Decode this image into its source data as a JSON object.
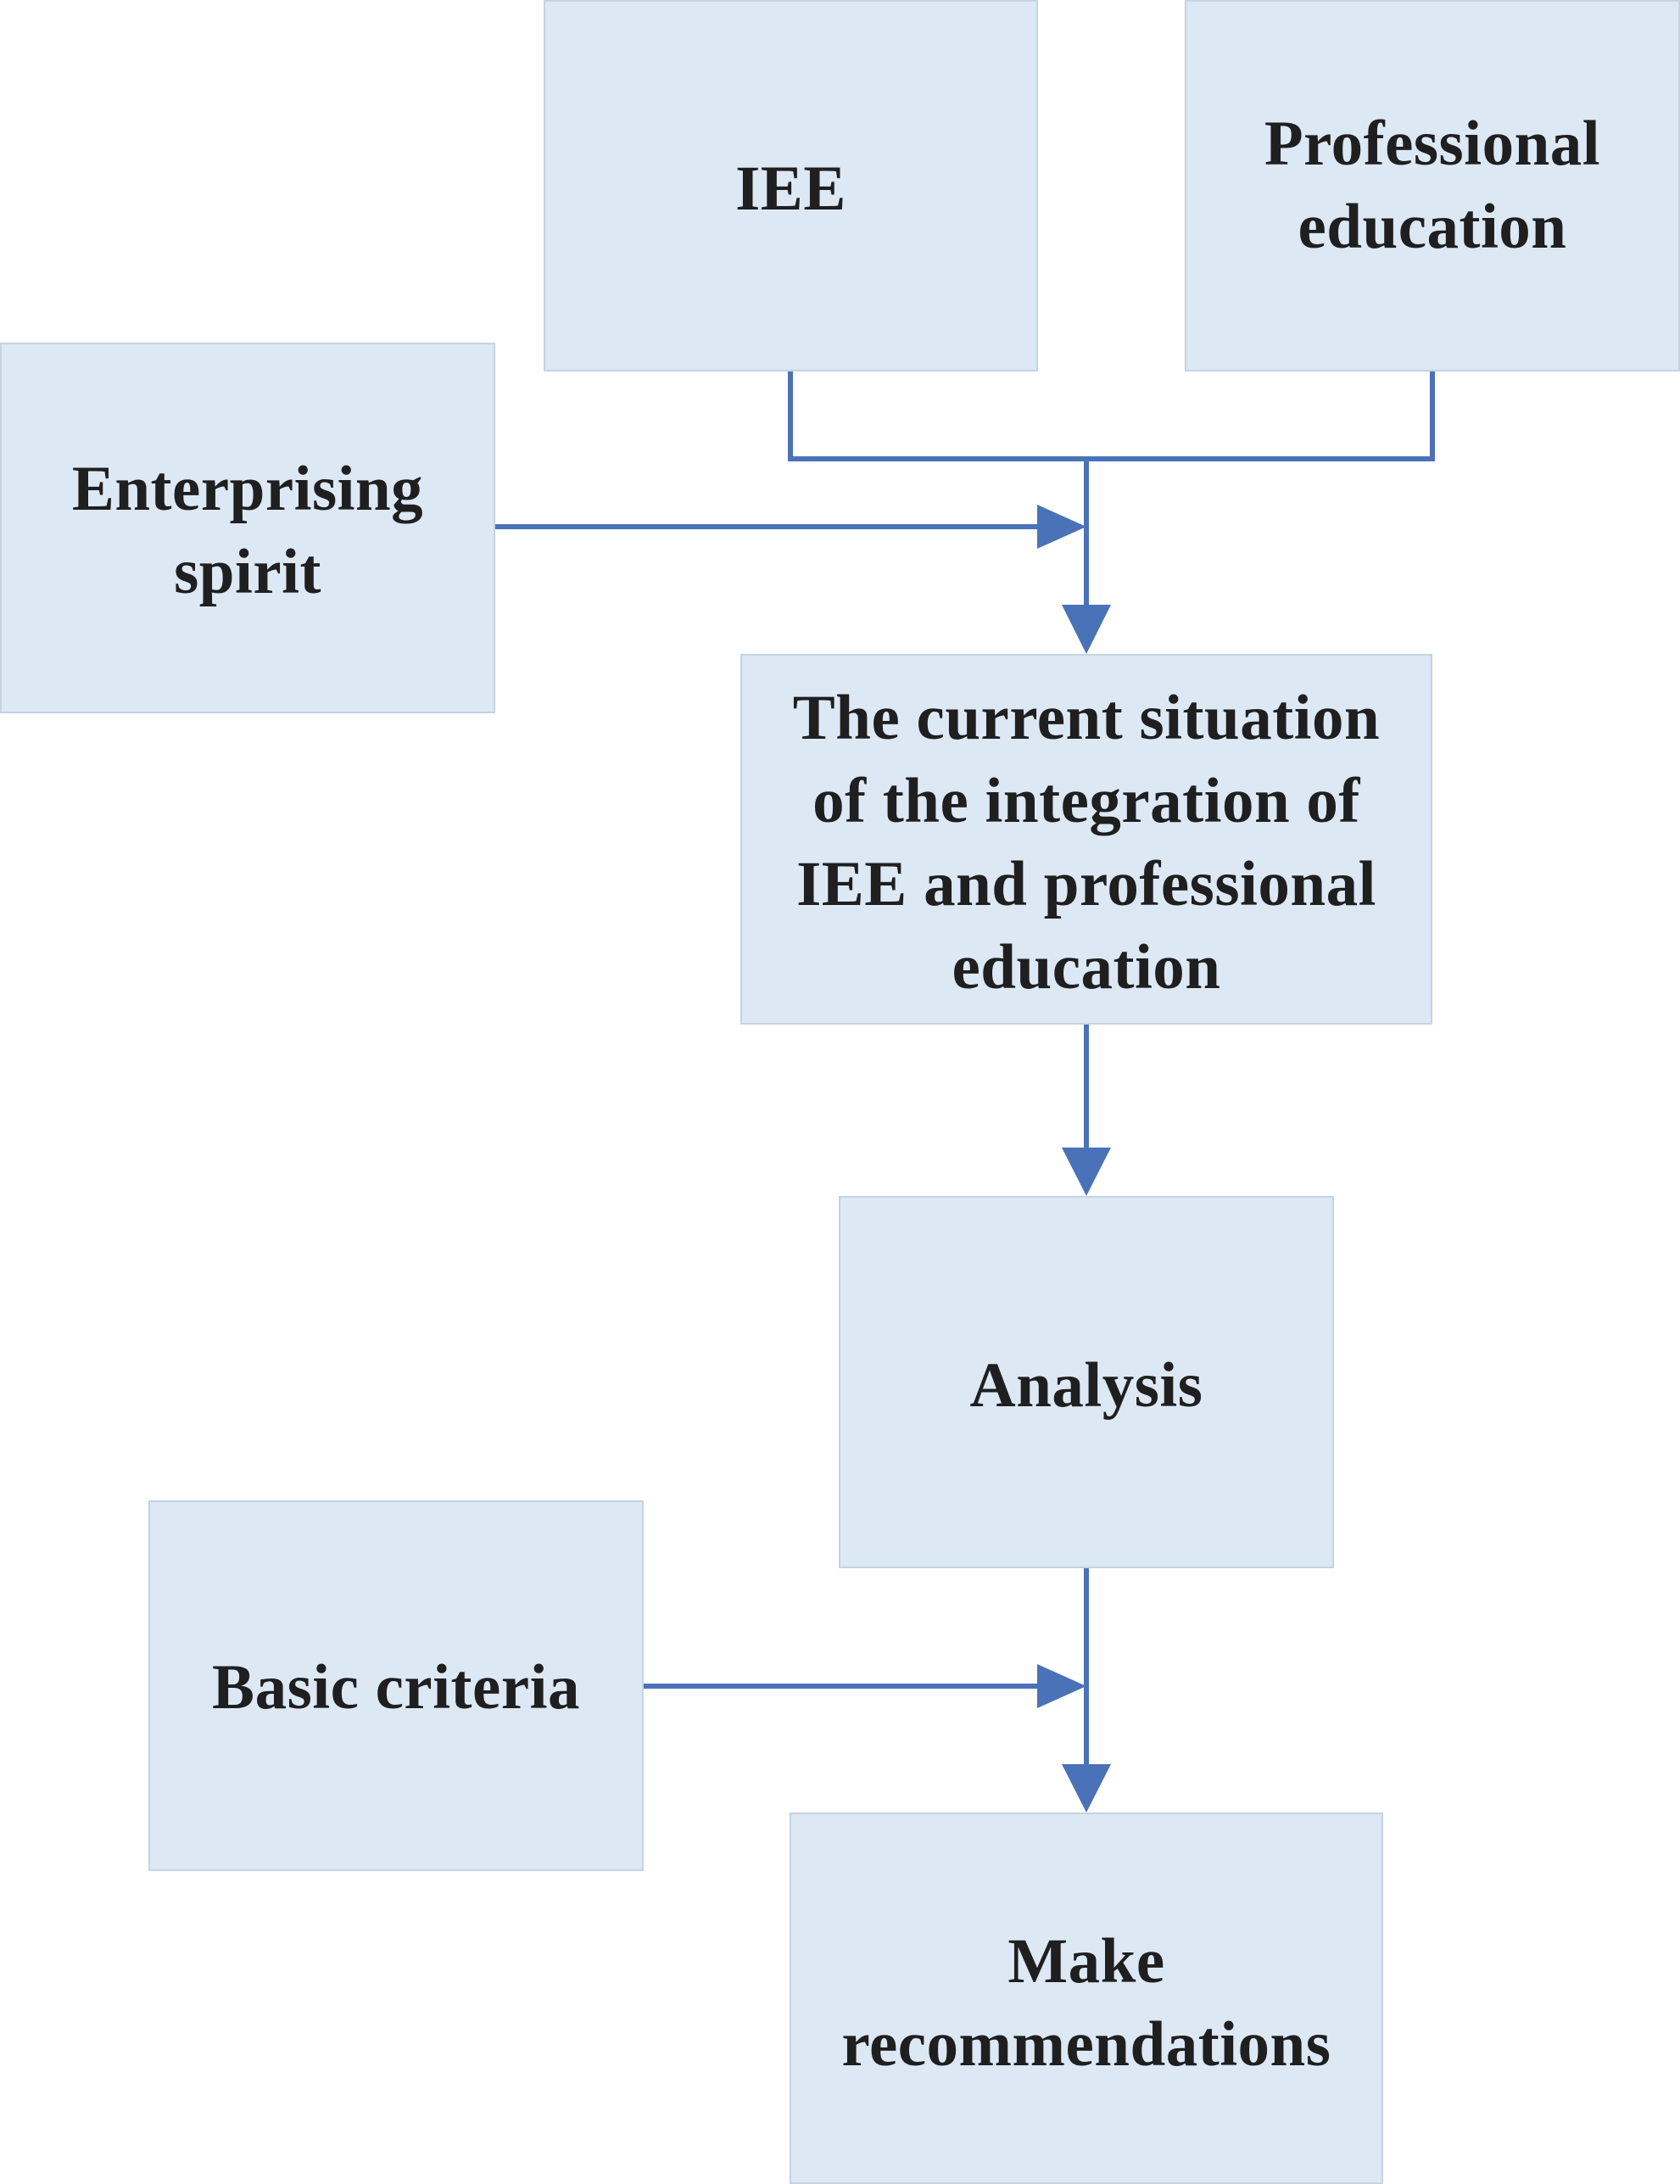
{
  "diagram": {
    "nodes": {
      "iee": "IEE",
      "professional_education": "Professional\neducation",
      "enterprising_spirit": "Enterprising\nspirit",
      "current_situation": "The current situation\nof the integration of\nIEE and professional\neducation",
      "analysis": "Analysis",
      "basic_criteria": "Basic criteria",
      "make_recommendations": "Make\nrecommendations"
    },
    "edges": [
      {
        "from": "iee",
        "to": "current_situation"
      },
      {
        "from": "professional_education",
        "to": "current_situation"
      },
      {
        "from": "enterprising_spirit",
        "to": "current_situation"
      },
      {
        "from": "current_situation",
        "to": "analysis"
      },
      {
        "from": "analysis",
        "to": "make_recommendations"
      },
      {
        "from": "basic_criteria",
        "to": "make_recommendations"
      }
    ],
    "colors": {
      "box_fill": "#dde8f5",
      "box_border": "#c5d3e3",
      "connector": "#4a72b8",
      "text": "#1f1f1f"
    }
  }
}
